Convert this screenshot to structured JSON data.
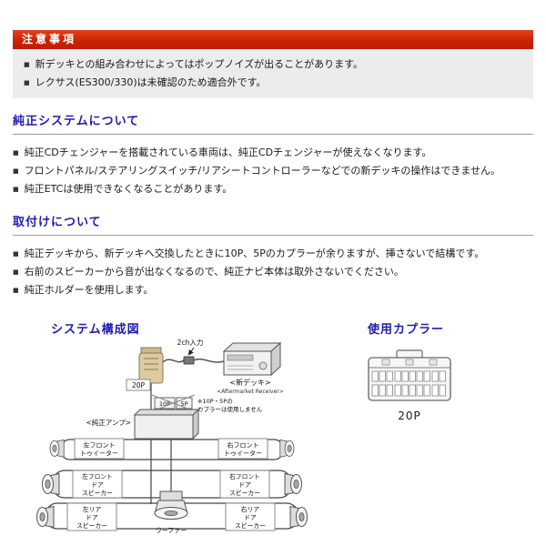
{
  "colors": {
    "caution_bar": "#cc2200",
    "heading_blue": "#1d1db0",
    "box_gray": "#ececec"
  },
  "icons": {
    "bullet": "■"
  },
  "caution": {
    "title": "注意事項",
    "items": [
      "新デッキとの組み合わせによってはポップノイズが出ることがあります。",
      "レクサス(ES300/330)は未確認のため適合外です。"
    ]
  },
  "sections": [
    {
      "title": "純正システムについて",
      "items": [
        "純正CDチェンジャーを搭載されている車両は、純正CDチェンジャーが使えなくなります。",
        "フロントパネル/ステアリングスイッチ/リアシートコントローラーなどでの新デッキの操作はできません。",
        "純正ETCは使用できなくなることがあります。"
      ]
    },
    {
      "title": "取付けについて",
      "items": [
        "純正デッキから、新デッキへ交換したときに10P、5Pのカプラーが余りますが、挿さないで結構です。",
        "右前のスピーカーから音が出なくなるので、純正ナビ本体は取外さないでください。",
        "純正ホルダーを使用します。"
      ]
    }
  ],
  "diagram": {
    "title": "システム構成図",
    "input_label": "2ch入力",
    "harness_label": "20P",
    "deck_label": "<新デッキ>",
    "deck_sublabel": "<Aftermarket Receiver>",
    "conn_10p": "10P",
    "conn_5p": "5P",
    "note_line1": "※10P・5Pの",
    "note_line2": "カプラーは使用しません",
    "amp_label": "<純正アンプ>",
    "speakers": {
      "fl_tweeter": [
        "左フロント",
        "トゥイーター"
      ],
      "fr_tweeter": [
        "右フロント",
        "トゥイーター"
      ],
      "fl_door": [
        "左フロント",
        "ドア",
        "スピーカー"
      ],
      "fr_door": [
        "右フロント",
        "ドア",
        "スピーカー"
      ],
      "rl_door": [
        "左リア",
        "ドア",
        "スピーカー"
      ],
      "rr_door": [
        "右リア",
        "ドア",
        "スピーカー"
      ],
      "woofer": "ウーファー"
    }
  },
  "coupler": {
    "title": "使用カプラー",
    "label": "20P"
  }
}
